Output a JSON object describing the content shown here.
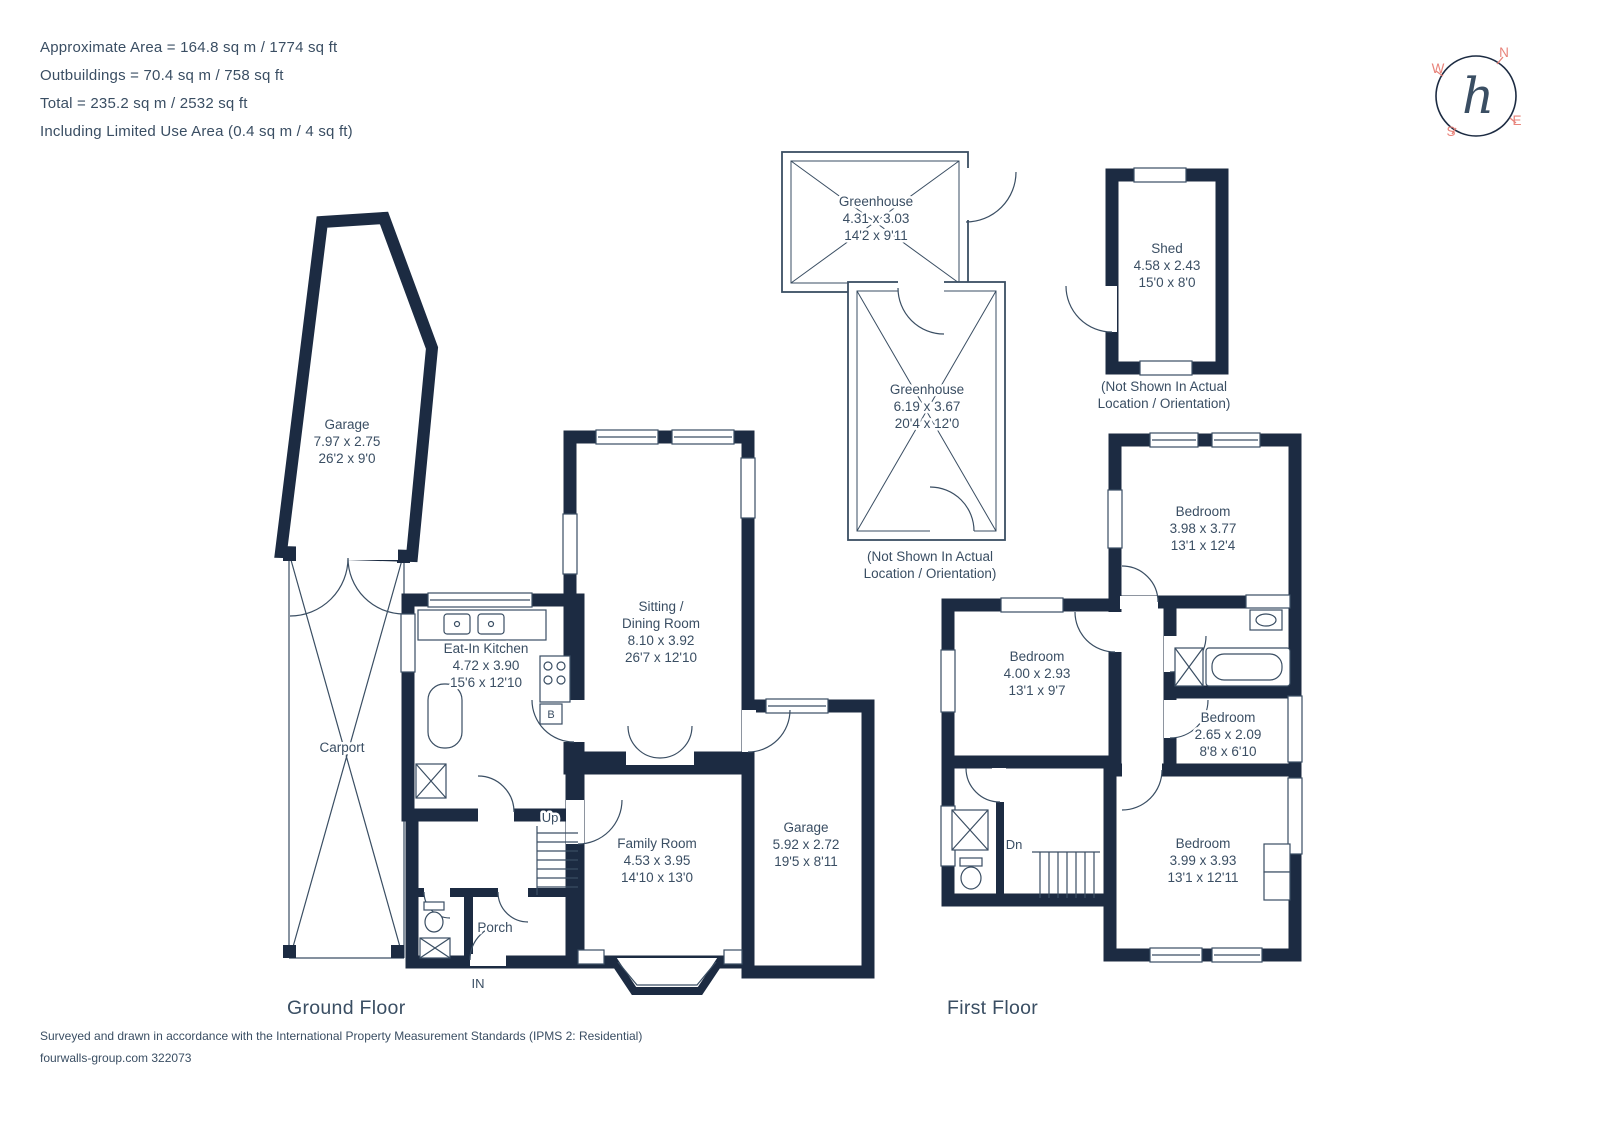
{
  "header": {
    "approximate_area": "Approximate Area = 164.8 sq m / 1774 sq ft",
    "outbuildings": "Outbuildings = 70.4 sq m / 758 sq ft",
    "total": "Total = 235.2 sq m / 2532 sq ft",
    "including": "Including Limited Use Area (0.4 sq m / 4 sq ft)"
  },
  "compass": {
    "n": "N",
    "e": "E",
    "s": "S",
    "w": "W",
    "logo": "h"
  },
  "floor_labels": {
    "ground": "Ground Floor",
    "first": "First Floor"
  },
  "ground_floor": {
    "garage": {
      "name": "Garage",
      "metric": "7.97 x 2.75",
      "imperial": "26'2 x 9'0"
    },
    "carport": {
      "name": "Carport"
    },
    "eat_in_kitchen": {
      "name": "Eat-In Kitchen",
      "metric": "4.72 x 3.90",
      "imperial": "15'6 x 12'10"
    },
    "sitting_dining": {
      "name_line1": "Sitting /",
      "name_line2": "Dining Room",
      "metric": "8.10 x 3.92",
      "imperial": "26'7 x 12'10"
    },
    "family_room": {
      "name": "Family Room",
      "metric": "4.53 x 3.95",
      "imperial": "14'10 x 13'0"
    },
    "garage2": {
      "name": "Garage",
      "metric": "5.92 x 2.72",
      "imperial": "19'5 x 8'11"
    },
    "porch": {
      "name": "Porch"
    },
    "up": "Up",
    "entrance": "IN",
    "boiler": "B"
  },
  "outbuildings": {
    "greenhouse_small": {
      "name": "Greenhouse",
      "metric": "4.31 x 3.03",
      "imperial": "14'2 x 9'11"
    },
    "greenhouse_large": {
      "name": "Greenhouse",
      "metric": "6.19 x 3.67",
      "imperial": "20'4 x 12'0"
    },
    "shed": {
      "name": "Shed",
      "metric": "4.58 x 2.43",
      "imperial": "15'0 x 8'0"
    },
    "not_shown_line1": "(Not Shown In Actual",
    "not_shown_line2": "Location / Orientation)"
  },
  "first_floor": {
    "bedroom1": {
      "name": "Bedroom",
      "metric": "3.98 x 3.77",
      "imperial": "13'1 x 12'4"
    },
    "bedroom2": {
      "name": "Bedroom",
      "metric": "4.00 x 2.93",
      "imperial": "13'1 x 9'7"
    },
    "bedroom3": {
      "name": "Bedroom",
      "metric": "2.65 x 2.09",
      "imperial": "8'8 x 6'10"
    },
    "bedroom4": {
      "name": "Bedroom",
      "metric": "3.99 x 3.93",
      "imperial": "13'1 x 12'11"
    },
    "down": "Dn"
  },
  "footer": {
    "line1": "Surveyed and drawn in accordance with the International Property Measurement Standards (IPMS 2: Residential)",
    "line2": "fourwalls-group.com 322073"
  },
  "colors": {
    "wall": "#1c2b42",
    "ink": "#3a4e63",
    "accent": "#e8837a"
  }
}
